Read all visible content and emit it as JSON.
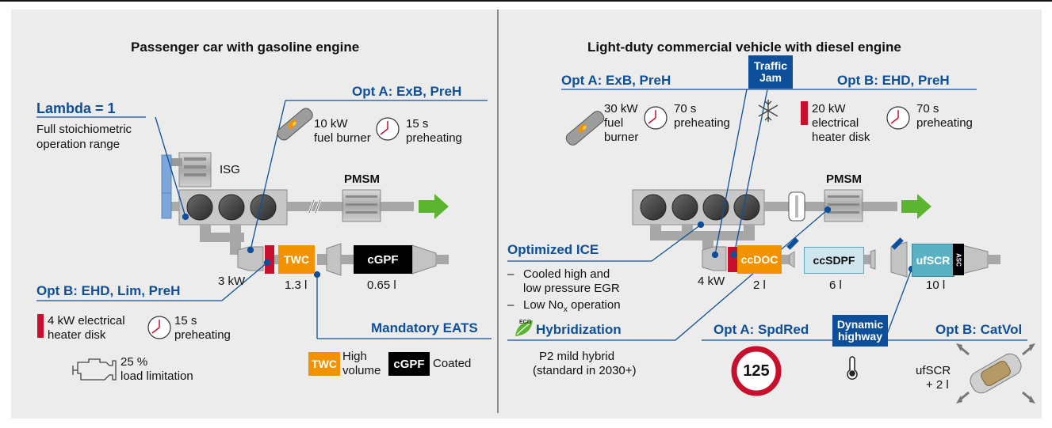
{
  "left": {
    "title": "Passenger car with gasoline engine",
    "lambda_title": "Lambda = 1",
    "lambda_desc": [
      "Full stoichiometric",
      "operation range"
    ],
    "isg": "ISG",
    "pmsm": "PMSM",
    "opt_a_title": "Opt A: ExB, PreH",
    "opt_a_burner": [
      "10 kW",
      "fuel burner"
    ],
    "opt_a_time": [
      "15 s",
      "preheating"
    ],
    "opt_b_title": "Opt B: EHD, Lim, PreH",
    "opt_b_heater": [
      "4 kW electrical",
      "heater disk"
    ],
    "opt_b_time": [
      "15 s",
      "preheating"
    ],
    "opt_b_load": [
      "25 %",
      "load limitation"
    ],
    "twc": "TWC",
    "cgpf": "cGPF",
    "heater_power": "3 kW",
    "twc_volume": "1.3 l",
    "cgpf_volume": "0.65 l",
    "eats_title": "Mandatory EATS",
    "eats_twc_desc": [
      "High",
      "volume"
    ],
    "eats_cgpf_desc": "Coated"
  },
  "right": {
    "title": "Light-duty commercial vehicle with diesel engine",
    "traffic_jam": [
      "Traffic",
      "Jam"
    ],
    "opt_a_title": "Opt A: ExB, PreH",
    "opt_a_burner": [
      "30 kW",
      "fuel",
      "burner"
    ],
    "opt_a_time": [
      "70 s",
      "preheating"
    ],
    "opt_b_title": "Opt B: EHD, PreH",
    "opt_b_heater": [
      "20 kW",
      "electrical",
      "heater disk"
    ],
    "opt_b_time": [
      "70 s",
      "preheating"
    ],
    "pmsm": "PMSM",
    "ice_title": "Optimized ICE",
    "ice_item1": [
      "Cooled high and",
      "low pressure EGR"
    ],
    "ice_item2_pre": "Low No",
    "ice_item2_sub": "x",
    "ice_item2_post": " operation",
    "hyb_title": "Hybridization",
    "hyb_desc": [
      "P2 mild hybrid",
      "(standard in 2030+)"
    ],
    "eco": "ECO",
    "ccdoc": "ccDOC",
    "ccsdpf": "ccSDPF",
    "ufscr": "ufSCR",
    "asc": "ASC",
    "heater_power": "4 kW",
    "ccdoc_volume": "2 l",
    "ccsdpf_volume": "6 l",
    "ufscr_volume": "10 l",
    "spdred_title": "Opt A: SpdRed",
    "speed_limit": "125",
    "dyn_highway": [
      "Dynamic",
      "highway"
    ],
    "catvol_title": "Opt B: CatVol",
    "catvol_desc": [
      "ufSCR",
      "+ 2 l"
    ]
  },
  "colors": {
    "blue": "#0e4f9b",
    "orange": "#f39200",
    "red_heater": "#c8102e",
    "teal": "#5ab1c4",
    "green_arrow": "#5cb531",
    "light_blue_isg": "#7da7d9"
  },
  "icons": [
    "fuel-burner-icon",
    "clock-icon",
    "snowflake-icon",
    "heater-disk-icon",
    "engine-icon",
    "thermometer-icon",
    "speed-limit-sign",
    "eco-leaf-icon",
    "injector-icon",
    "arrow-right-icon",
    "catalyst-resize-icon"
  ]
}
